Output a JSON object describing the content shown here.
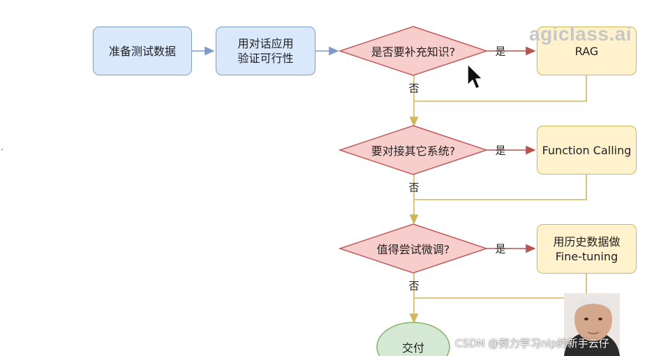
{
  "watermark": "agiclass.ai",
  "credit": "CSDN @努力学习nlp的新手云仔",
  "nodes": {
    "prepare": "准备测试数据",
    "verify": "用对话应用\n验证可行性",
    "q_knowledge": "是否要补充知识?",
    "q_systems": "要对接其它系统?",
    "q_finetune": "值得尝试微调?",
    "rag": "RAG",
    "function_calling": "Function Calling",
    "finetune": "用历史数据做\nFine-tuning",
    "deliver": "交付"
  },
  "edge_labels": {
    "yes": "是",
    "no": "否"
  },
  "colors": {
    "blue_fill": "#dae8fc",
    "blue_stroke": "#7d9ccb",
    "red_fill": "#f8cecc",
    "red_stroke": "#c15a5a",
    "yellow_fill": "#fff2cc",
    "yellow_stroke": "#d2b65a",
    "green_fill": "#d5e8d4",
    "green_stroke": "#82b366",
    "blue_arrow": "#7d9ccb",
    "red_arrow": "#b85450",
    "yellow_line": "#d2b65a"
  },
  "icons": {
    "cursor": "mouse-pointer-icon",
    "presenter": "presenter-video-thumbnail"
  }
}
